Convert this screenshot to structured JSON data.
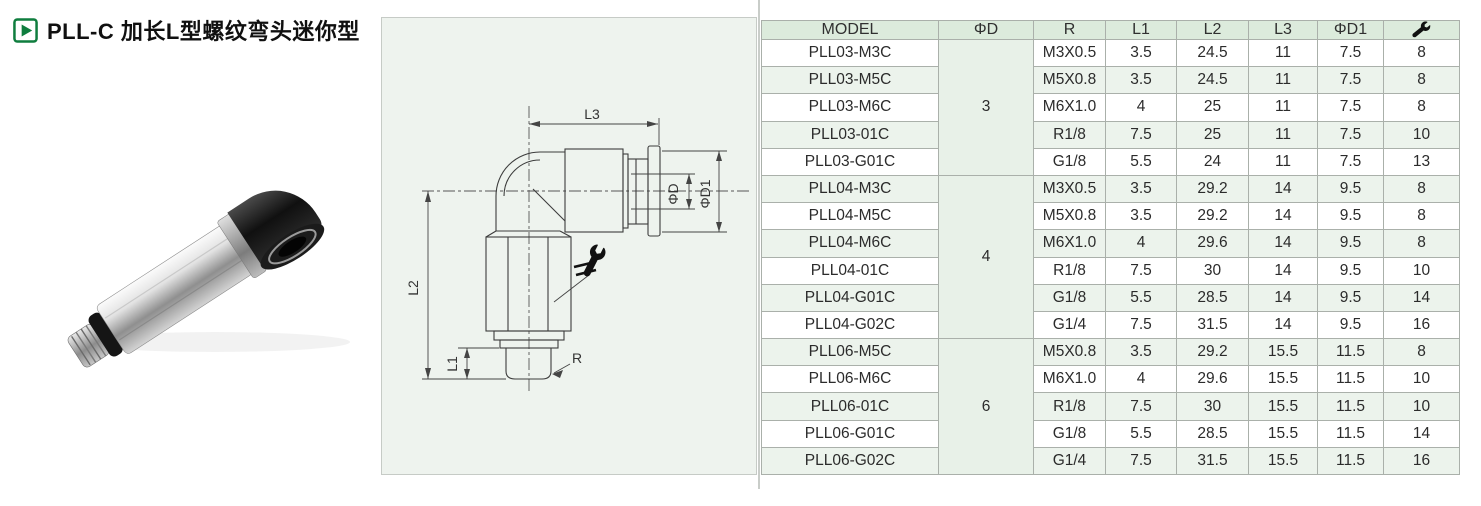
{
  "header": {
    "title": "PLL-C 加长L型螺纹弯头迷你型",
    "marker_icon": "play-icon"
  },
  "diagram": {
    "dim_labels": {
      "l3": "L3",
      "l2": "L2",
      "l1": "L1",
      "r": "R",
      "phi_d": "ΦD",
      "phi_d1": "ΦD1"
    },
    "wrench_icon": "wrench-icon"
  },
  "table": {
    "columns": [
      {
        "key": "model",
        "label": "MODEL"
      },
      {
        "key": "phi_d",
        "label": "ΦD"
      },
      {
        "key": "r",
        "label": "R"
      },
      {
        "key": "l1",
        "label": "L1"
      },
      {
        "key": "l2",
        "label": "L2"
      },
      {
        "key": "l3",
        "label": "L3"
      },
      {
        "key": "phi_d1",
        "label": "ΦD1"
      },
      {
        "key": "wrench",
        "label": "",
        "icon": "wrench-icon"
      }
    ],
    "groups": [
      {
        "phi_d": "3",
        "rows": [
          [
            "PLL03-M3C",
            "M3X0.5",
            "3.5",
            "24.5",
            "11",
            "7.5",
            "8"
          ],
          [
            "PLL03-M5C",
            "M5X0.8",
            "3.5",
            "24.5",
            "11",
            "7.5",
            "8"
          ],
          [
            "PLL03-M6C",
            "M6X1.0",
            "4",
            "25",
            "11",
            "7.5",
            "8"
          ],
          [
            "PLL03-01C",
            "R1/8",
            "7.5",
            "25",
            "11",
            "7.5",
            "10"
          ],
          [
            "PLL03-G01C",
            "G1/8",
            "5.5",
            "24",
            "11",
            "7.5",
            "13"
          ]
        ]
      },
      {
        "phi_d": "4",
        "rows": [
          [
            "PLL04-M3C",
            "M3X0.5",
            "3.5",
            "29.2",
            "14",
            "9.5",
            "8"
          ],
          [
            "PLL04-M5C",
            "M5X0.8",
            "3.5",
            "29.2",
            "14",
            "9.5",
            "8"
          ],
          [
            "PLL04-M6C",
            "M6X1.0",
            "4",
            "29.6",
            "14",
            "9.5",
            "8"
          ],
          [
            "PLL04-01C",
            "R1/8",
            "7.5",
            "30",
            "14",
            "9.5",
            "10"
          ],
          [
            "PLL04-G01C",
            "G1/8",
            "5.5",
            "28.5",
            "14",
            "9.5",
            "14"
          ],
          [
            "PLL04-G02C",
            "G1/4",
            "7.5",
            "31.5",
            "14",
            "9.5",
            "16"
          ]
        ]
      },
      {
        "phi_d": "6",
        "rows": [
          [
            "PLL06-M5C",
            "M5X0.8",
            "3.5",
            "29.2",
            "15.5",
            "11.5",
            "8"
          ],
          [
            "PLL06-M6C",
            "M6X1.0",
            "4",
            "29.6",
            "15.5",
            "11.5",
            "10"
          ],
          [
            "PLL06-01C",
            "R1/8",
            "7.5",
            "30",
            "15.5",
            "11.5",
            "10"
          ],
          [
            "PLL06-G01C",
            "G1/8",
            "5.5",
            "28.5",
            "15.5",
            "11.5",
            "14"
          ],
          [
            "PLL06-G02C",
            "G1/4",
            "7.5",
            "31.5",
            "15.5",
            "11.5",
            "16"
          ]
        ]
      }
    ]
  },
  "colors": {
    "accent_green": "#0f7d3e",
    "header_bg": "#dcebdc",
    "row_alt_bg": "#ecf3ec",
    "panel_bg": "#eef3ee"
  }
}
